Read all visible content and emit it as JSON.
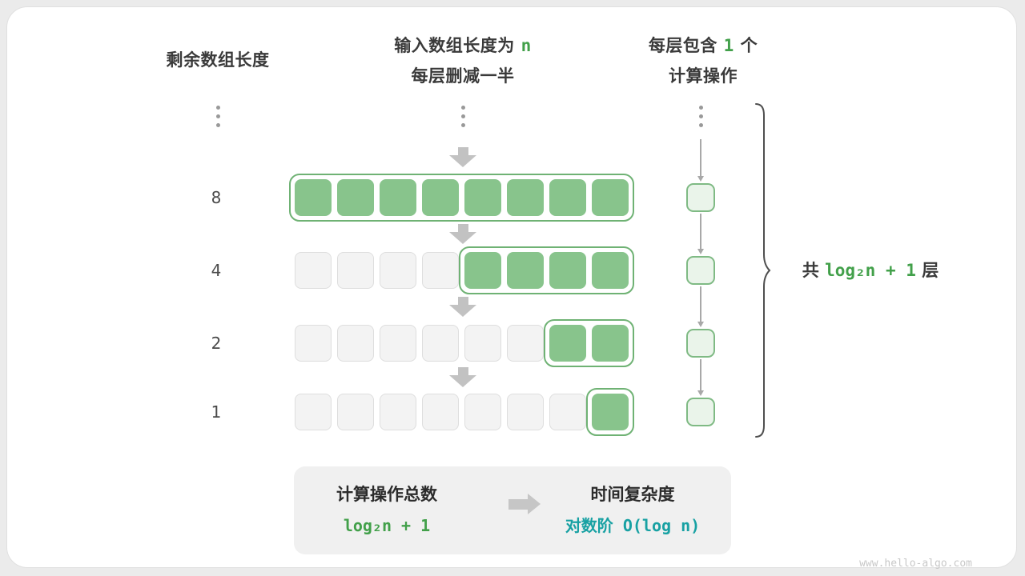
{
  "colors": {
    "green_fill": "#88c48c",
    "green_border": "#6fb274",
    "green_text": "#42a04a",
    "teal_text": "#18a1a3",
    "gray_cell": "#f3f3f3",
    "gray_cell_border": "#dedede",
    "arrow_gray": "#c2c2c2",
    "mini_fill": "#eaf4ea",
    "mini_border": "#7fba84"
  },
  "headers": {
    "left_title": "剩余数组长度",
    "middle_title_prefix": "输入数组长度为 ",
    "middle_title_code": "n",
    "middle_subtitle": "每层删减一半",
    "right_title_prefix": "每层包含 ",
    "right_title_code": "1",
    "right_title_suffix": " 个",
    "right_subtitle": "计算操作"
  },
  "diagram": {
    "rows": [
      {
        "label": "8",
        "cells_total": 8,
        "cells_green": 8
      },
      {
        "label": "4",
        "cells_total": 8,
        "cells_green": 4
      },
      {
        "label": "2",
        "cells_total": 8,
        "cells_green": 2
      },
      {
        "label": "1",
        "cells_total": 8,
        "cells_green": 1
      }
    ],
    "brace_label_prefix": "共 ",
    "brace_label_code": "log₂n + 1",
    "brace_label_suffix": " 层"
  },
  "summary": {
    "operations_title": "计算操作总数",
    "operations_value": "log₂n + 1",
    "complexity_title": "时间复杂度",
    "complexity_value": "对数阶 O(log n)"
  },
  "watermark": "www.hello-algo.com"
}
